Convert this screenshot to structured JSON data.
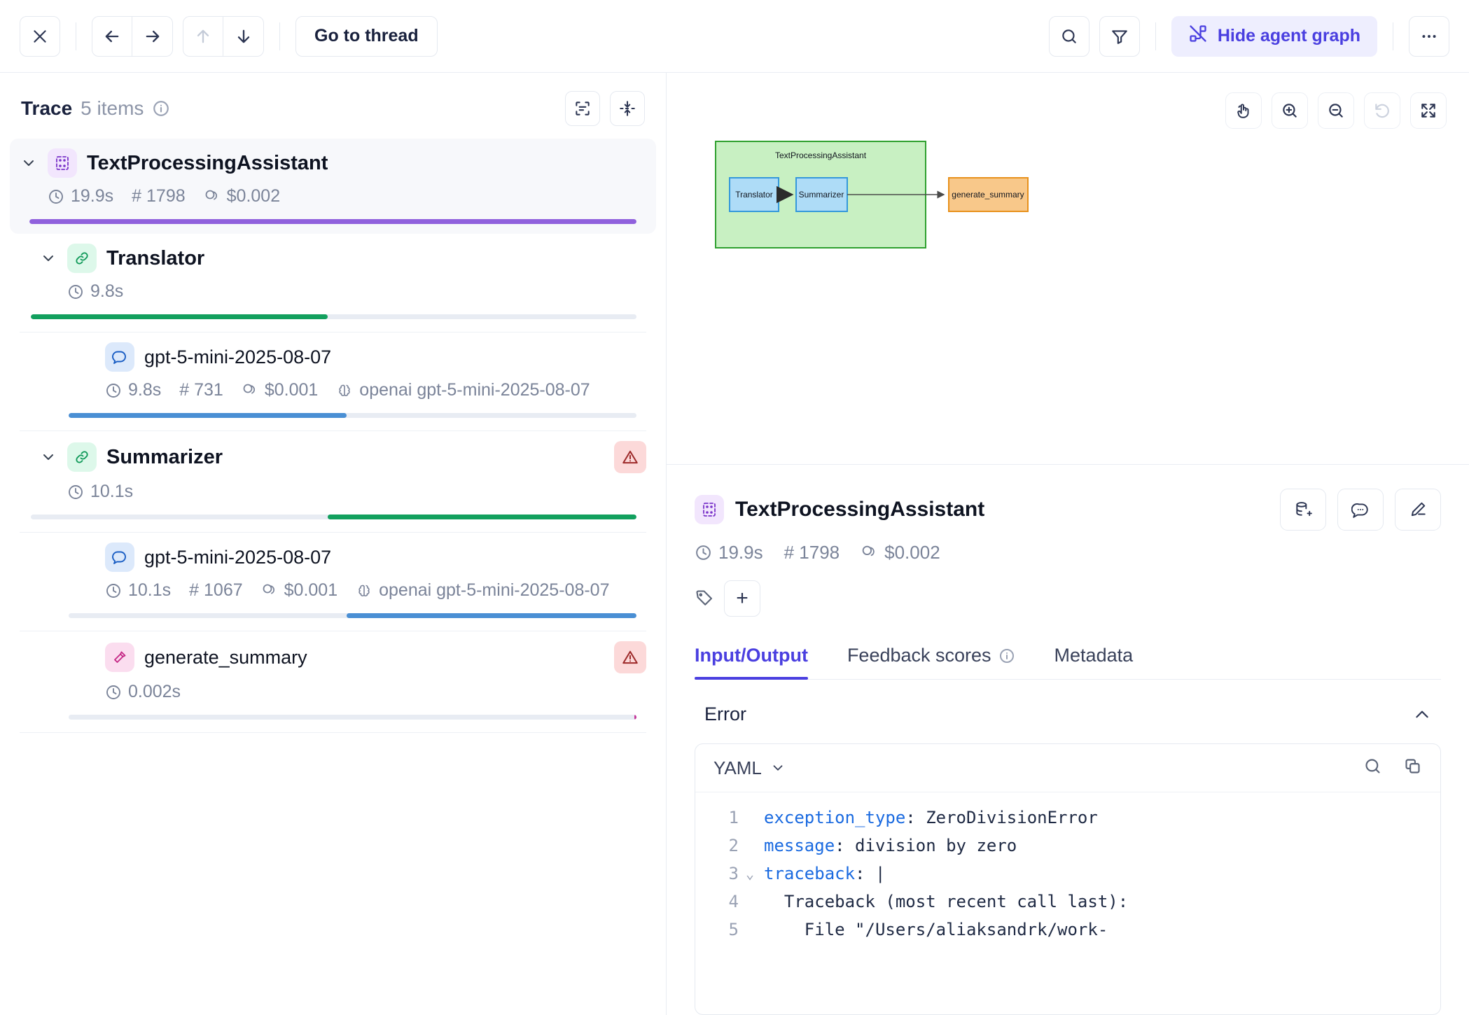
{
  "toolbar": {
    "close_label": "close-panel",
    "back_label": "back",
    "forward_label": "forward",
    "up_label": "previous-row",
    "down_label": "next-row",
    "go_to_thread": "Go to thread",
    "search_label": "search",
    "filter_label": "filters",
    "hide_agent_graph": "Hide agent graph",
    "more_label": "more-actions",
    "accent_color": "#4a3fe0"
  },
  "trace": {
    "title": "Trace",
    "count": "5 items",
    "actions": {
      "expand_text": "expand-text",
      "collapse_all": "collapse-all"
    },
    "rows": [
      {
        "name": "TextProcessingAssistant",
        "type": "trace",
        "duration": "19.9s",
        "tokens": "# 1798",
        "cost": "$0.002",
        "provider": "",
        "error": false,
        "selected": true,
        "indent": 0,
        "bar_color": "#9061dd",
        "bar_left_pct": 0,
        "bar_width_pct": 100,
        "chevron": "⌄"
      },
      {
        "name": "Translator",
        "type": "chain",
        "duration": "9.8s",
        "tokens": "",
        "cost": "",
        "provider": "",
        "error": false,
        "selected": false,
        "indent": 1,
        "bar_color": "#12a05e",
        "bar_left_pct": 0,
        "bar_width_pct": 49,
        "chevron": "⌄"
      },
      {
        "name": "gpt-5-mini-2025-08-07",
        "type": "llm",
        "duration": "9.8s",
        "tokens": "# 731",
        "cost": "$0.001",
        "provider": "openai gpt-5-mini-2025-08-07",
        "error": false,
        "selected": false,
        "indent": 2,
        "bar_color": "#4a8fd4",
        "bar_left_pct": 0,
        "bar_width_pct": 49,
        "chevron": ""
      },
      {
        "name": "Summarizer",
        "type": "chain",
        "duration": "10.1s",
        "tokens": "",
        "cost": "",
        "provider": "",
        "error": true,
        "selected": false,
        "indent": 1,
        "bar_color": "#12a05e",
        "bar_left_pct": 49,
        "bar_width_pct": 51,
        "chevron": "⌄"
      },
      {
        "name": "gpt-5-mini-2025-08-07",
        "type": "llm",
        "duration": "10.1s",
        "tokens": "# 1067",
        "cost": "$0.001",
        "provider": "openai gpt-5-mini-2025-08-07",
        "error": false,
        "selected": false,
        "indent": 2,
        "bar_color": "#4a8fd4",
        "bar_left_pct": 49,
        "bar_width_pct": 51,
        "chevron": ""
      },
      {
        "name": "generate_summary",
        "type": "tool",
        "duration": "0.002s",
        "tokens": "",
        "cost": "",
        "provider": "",
        "error": true,
        "selected": false,
        "indent": 2,
        "bar_color": "#c4389a",
        "bar_left_pct": 99.6,
        "bar_width_pct": 0.5,
        "chevron": ""
      }
    ]
  },
  "graph": {
    "controls": [
      "pan",
      "zoom-in",
      "zoom-out",
      "reset",
      "fullscreen"
    ],
    "container_label": "TextProcessingAssistant",
    "nodes": [
      {
        "label": "Translator",
        "color": "#aedcf7",
        "border": "#3498db"
      },
      {
        "label": "Summarizer",
        "color": "#aedcf7",
        "border": "#3498db"
      },
      {
        "label": "generate_summary",
        "color": "#f8c88a",
        "border": "#e8911c"
      }
    ],
    "container_fill": "#c8f0c2",
    "container_border": "#2fa02f"
  },
  "detail": {
    "title": "TextProcessingAssistant",
    "duration": "19.9s",
    "tokens": "# 1798",
    "cost": "$0.002",
    "actions": {
      "add_to_dataset": "add-to-dataset",
      "comment": "comments",
      "annotate": "annotate"
    },
    "tags": {
      "add_label": "+"
    },
    "tabs": [
      {
        "label": "Input/Output",
        "active": true,
        "info": false
      },
      {
        "label": "Feedback scores",
        "active": false,
        "info": true
      },
      {
        "label": "Metadata",
        "active": false,
        "info": false
      }
    ],
    "error_section": {
      "title": "Error",
      "collapsed": false
    },
    "code": {
      "language": "YAML",
      "search_label": "search-code",
      "copy_label": "copy-code",
      "lines": [
        {
          "n": "1",
          "fold": "",
          "key": "exception_type",
          "rest": ": ZeroDivisionError",
          "indent": ""
        },
        {
          "n": "2",
          "fold": "",
          "key": "message",
          "rest": ": division by zero",
          "indent": ""
        },
        {
          "n": "3",
          "fold": "⌄",
          "key": "traceback",
          "rest": ": |",
          "indent": ""
        },
        {
          "n": "4",
          "fold": "",
          "key": "",
          "rest": "  Traceback (most recent call last):",
          "indent": ""
        },
        {
          "n": "5",
          "fold": "",
          "key": "",
          "rest": "    File \"/Users/aliaksandrk/work-",
          "indent": ""
        }
      ]
    }
  }
}
